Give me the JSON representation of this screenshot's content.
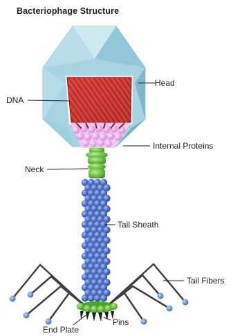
{
  "title": "Bacteriophage Structure",
  "labels": {
    "head": "Head",
    "dna": "DNA",
    "internal_proteins": "Internal Proteins",
    "neck": "Neck",
    "tail_sheath": "Tail Sheath",
    "tail_fibers": "Tail Fibers",
    "end_plate": "End Plate",
    "pins": "Pins"
  },
  "colors": {
    "capsid": "#a9d6e3",
    "capsid_dark": "#79b5c8",
    "dna": "#c2302c",
    "internal_proteins": "#e7a3e8",
    "neck": "#6cc43a",
    "sheath_bead": "#5173c8",
    "fiber": "#444444",
    "fiber_tip": "#5b86c6",
    "pins": "#222222"
  },
  "icons": {
    "bacteriophage": "bacteriophage-illustration"
  }
}
